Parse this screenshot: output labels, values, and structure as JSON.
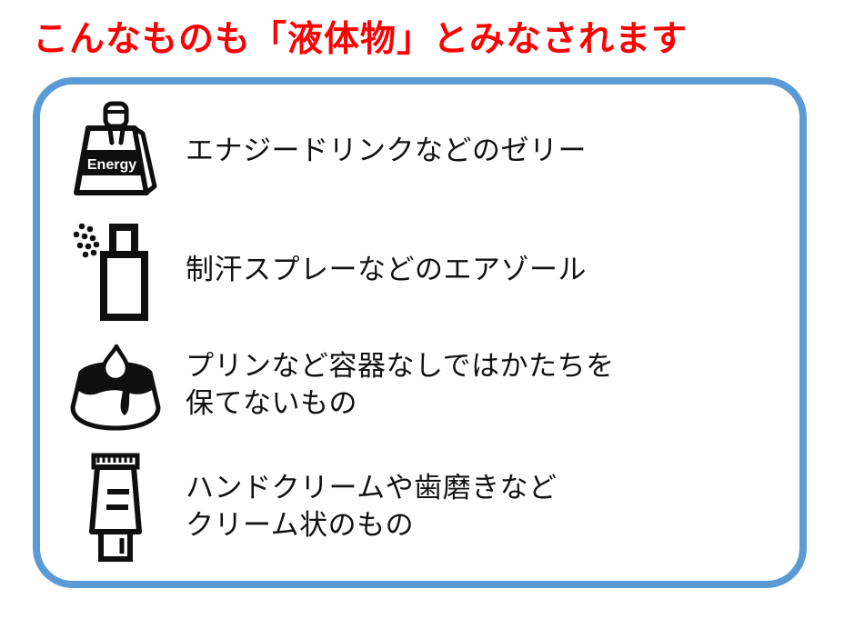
{
  "page": {
    "title": "こんなものも「液体物」とみなされます",
    "colors": {
      "title-color": "#ff0000",
      "panel-border-color": "#5b9bd5",
      "text-color": "#111111",
      "icon-color": "#0f0f0f"
    }
  },
  "items": [
    {
      "icon": "energy-jelly-pouch",
      "pouch_label": "Energy",
      "lines": [
        "エナジードリンクなどのゼリー"
      ]
    },
    {
      "icon": "aerosol-spray-can",
      "lines": [
        "制汗スプレーなどのエアゾール"
      ]
    },
    {
      "icon": "pudding",
      "lines": [
        "プリンなど容器なしではかたちを",
        "保てないもの"
      ]
    },
    {
      "icon": "cream-tube",
      "lines": [
        "ハンドクリームや歯磨きなど",
        "クリーム状のもの"
      ]
    }
  ]
}
